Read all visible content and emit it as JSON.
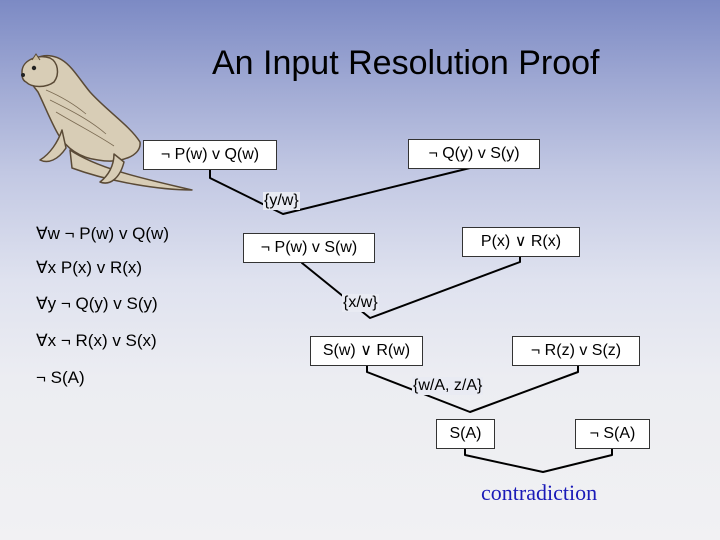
{
  "title": "An Input Resolution Proof",
  "knowledge_base": [
    "∀w ¬ P(w) v Q(w)",
    "∀x P(x) v R(x)",
    "∀y ¬ Q(y) v S(y)",
    "∀x ¬ R(x) v S(x)",
    "¬ S(A)"
  ],
  "nodes": {
    "n1": "¬ P(w) v Q(w)",
    "n2": "¬ Q(y) v S(y)",
    "n3": "¬ P(w) v S(w)",
    "n4": "P(x) ∨ R(x)",
    "n5": "S(w) ∨ R(w)",
    "n6": "¬ R(z) v S(z)",
    "n7": "S(A)",
    "n8": "¬ S(A)"
  },
  "substitutions": {
    "s1": "{y/w}",
    "s2": "{x/w}",
    "s3": "{w/A, z/A}"
  },
  "conclusion": "contradiction"
}
